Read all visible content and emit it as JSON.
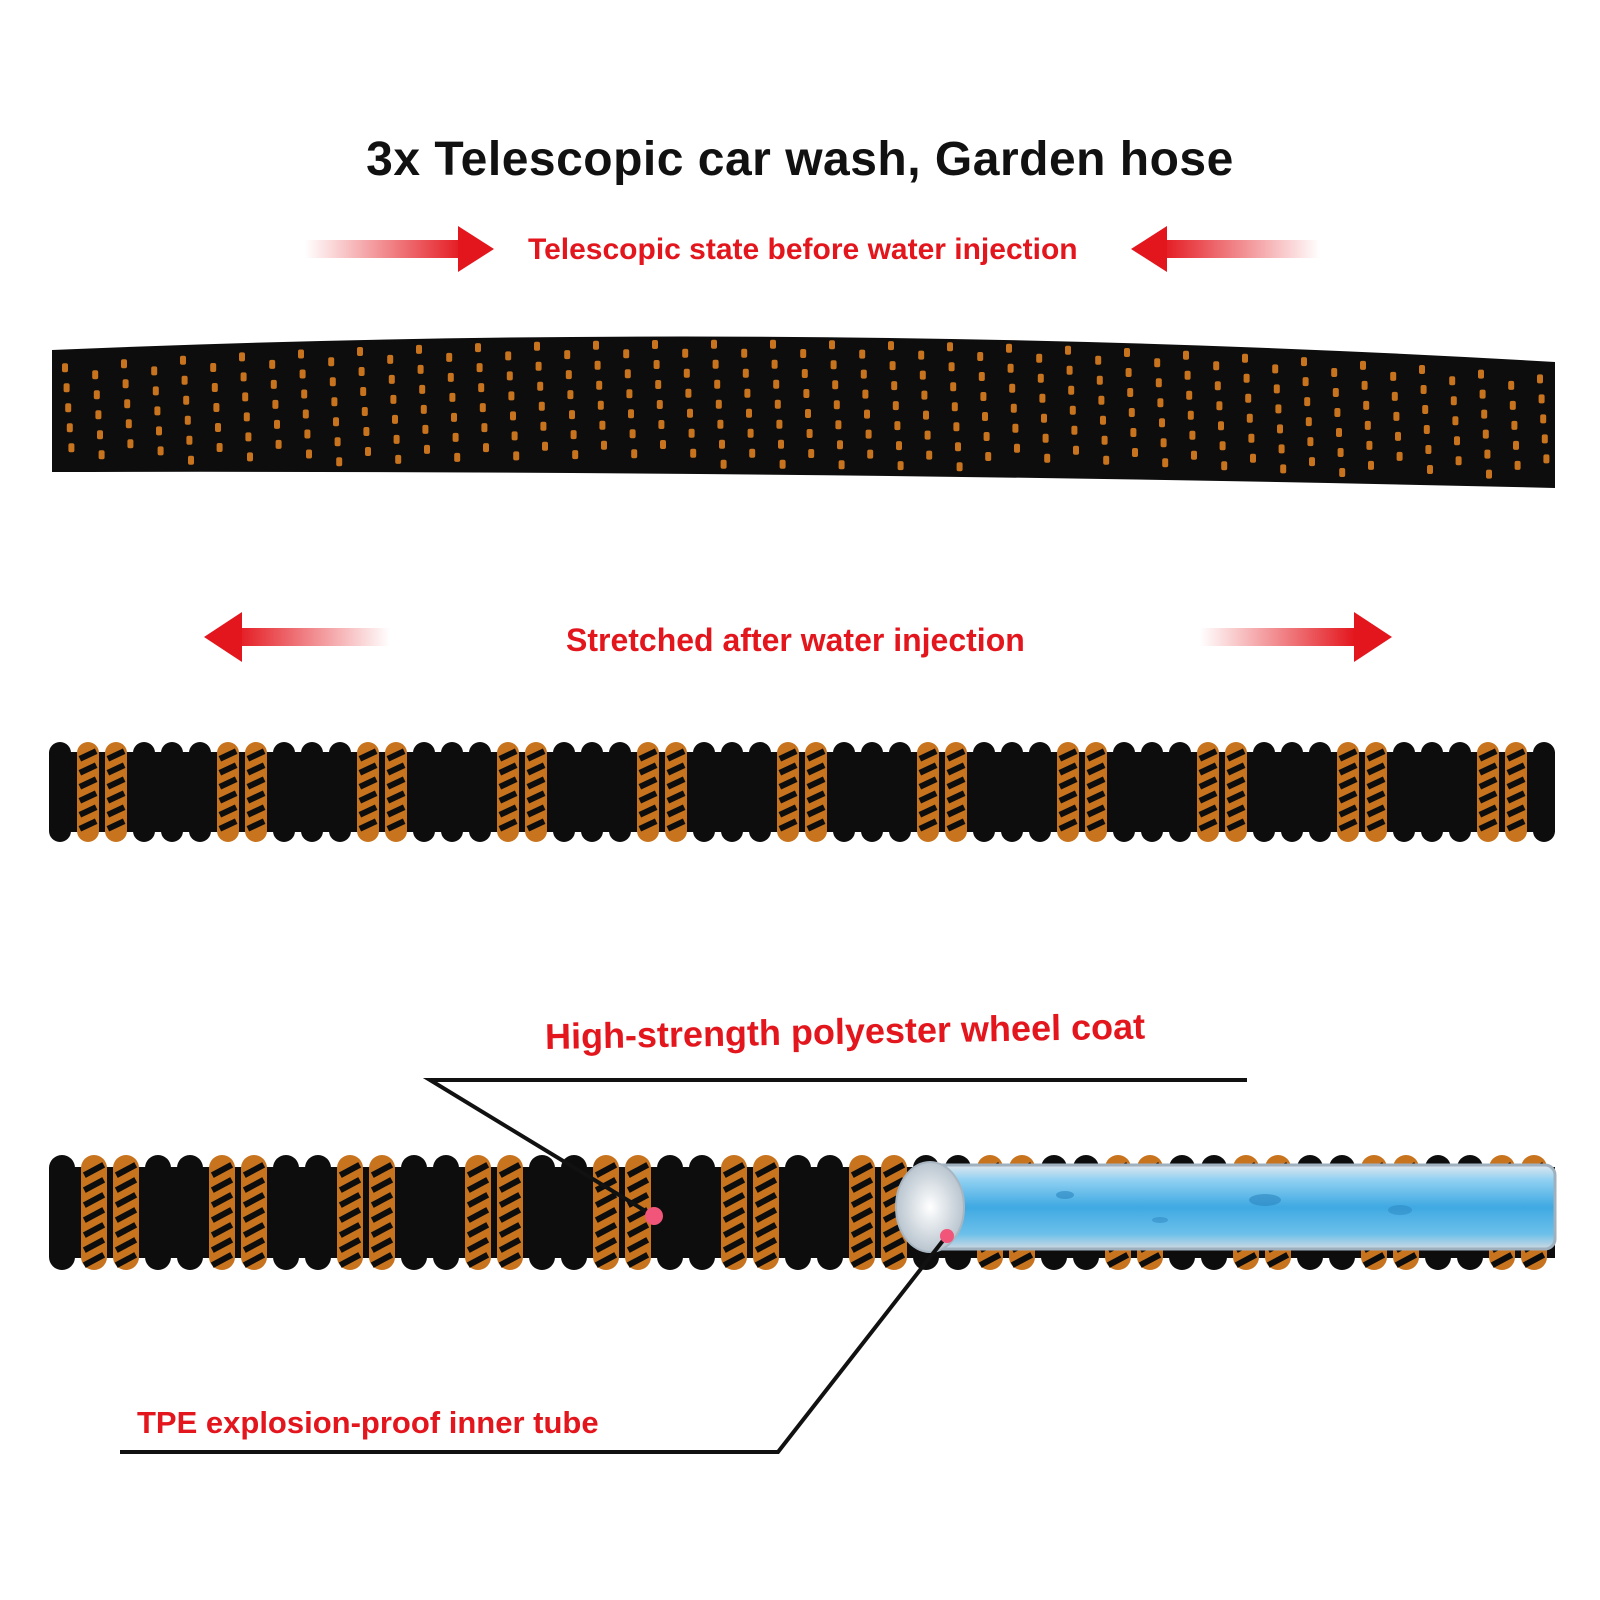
{
  "title": "3x Telescopic car wash, Garden hose",
  "labels": {
    "before": "Telescopic state before water injection",
    "after": "Stretched after water injection",
    "coat": "High-strength polyester wheel coat",
    "tube": "TPE explosion-proof inner tube"
  },
  "colors": {
    "accent_red": "#e3161d",
    "hose_black": "#0d0d0d",
    "hose_orange": "#c8741f",
    "inner_tube_blue": "#4fb3e6",
    "callout_dot": "#f2557a"
  },
  "icons": [
    "arrow-right-icon",
    "arrow-left-icon"
  ]
}
